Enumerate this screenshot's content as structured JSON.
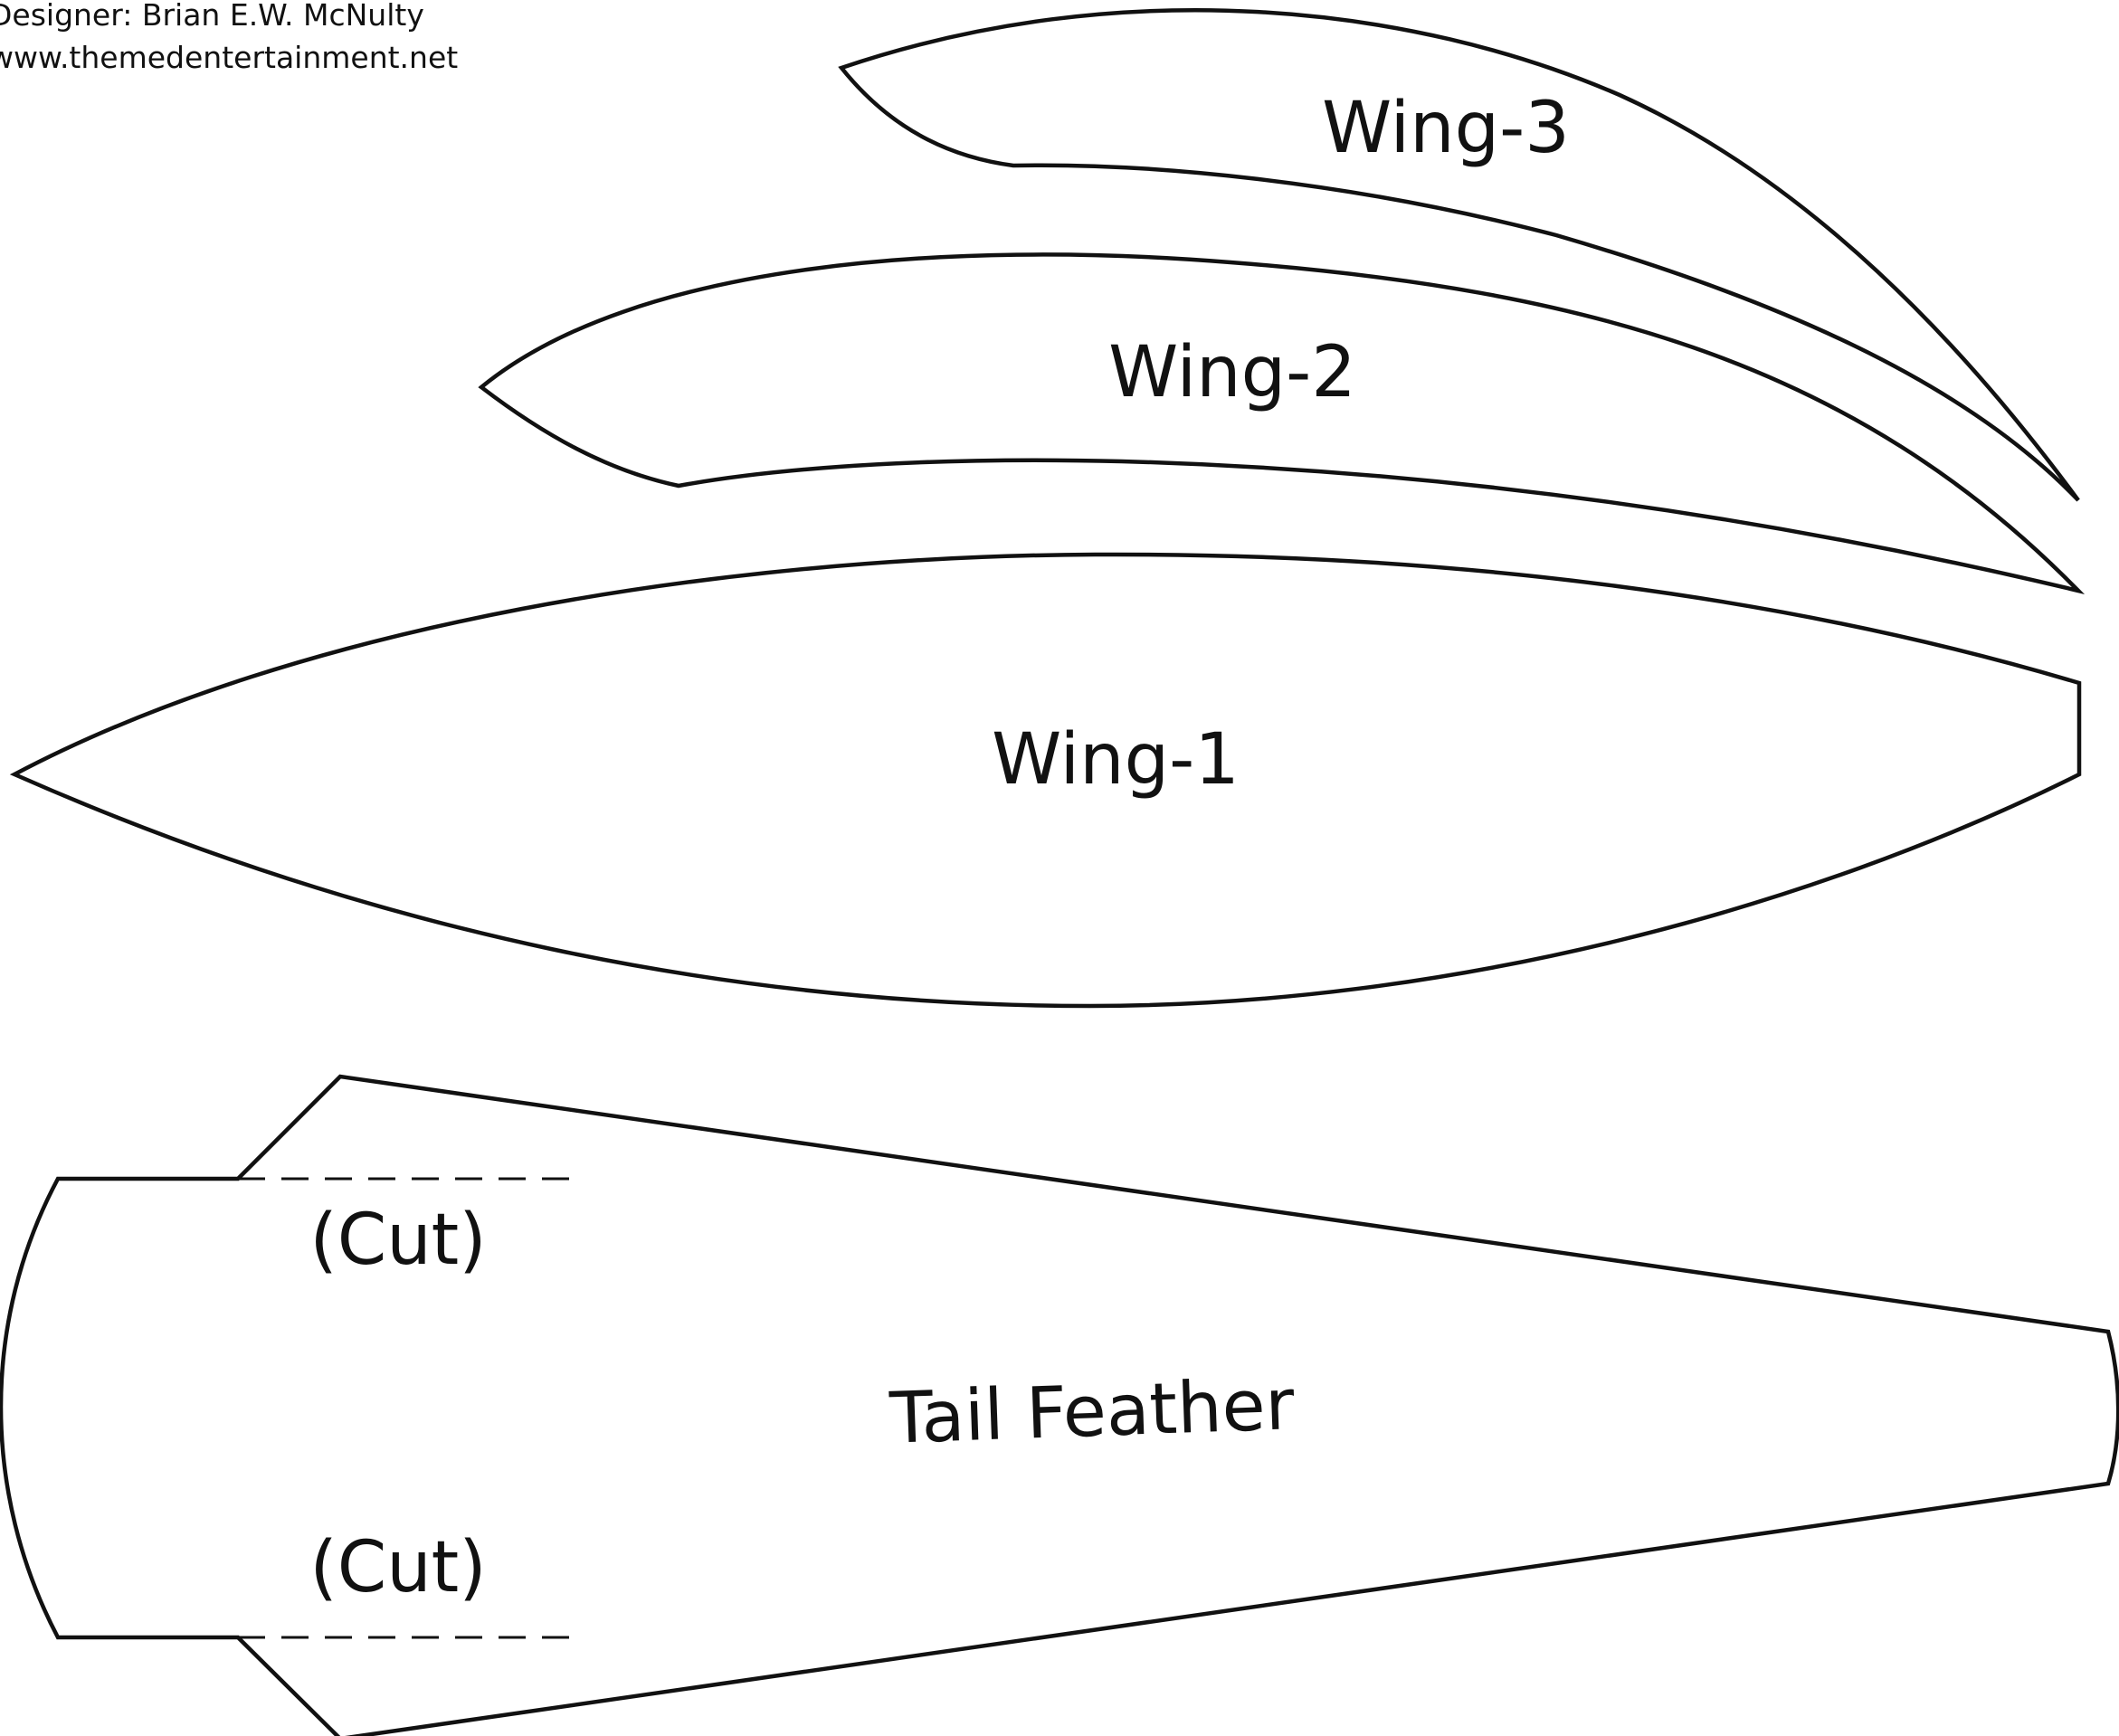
{
  "credits": {
    "designer": "Designer: Brian E.W. McNulty",
    "website": "www.themedentertainment.net"
  },
  "pieces": {
    "wing3": {
      "label": "Wing-3"
    },
    "wing2": {
      "label": "Wing-2"
    },
    "wing1": {
      "label": "Wing-1"
    },
    "tail_feather": {
      "label": "Tail Feather",
      "cut_top": "(Cut)",
      "cut_bottom": "(Cut)"
    }
  },
  "colors": {
    "stroke": "#111111",
    "background": "#ffffff"
  }
}
